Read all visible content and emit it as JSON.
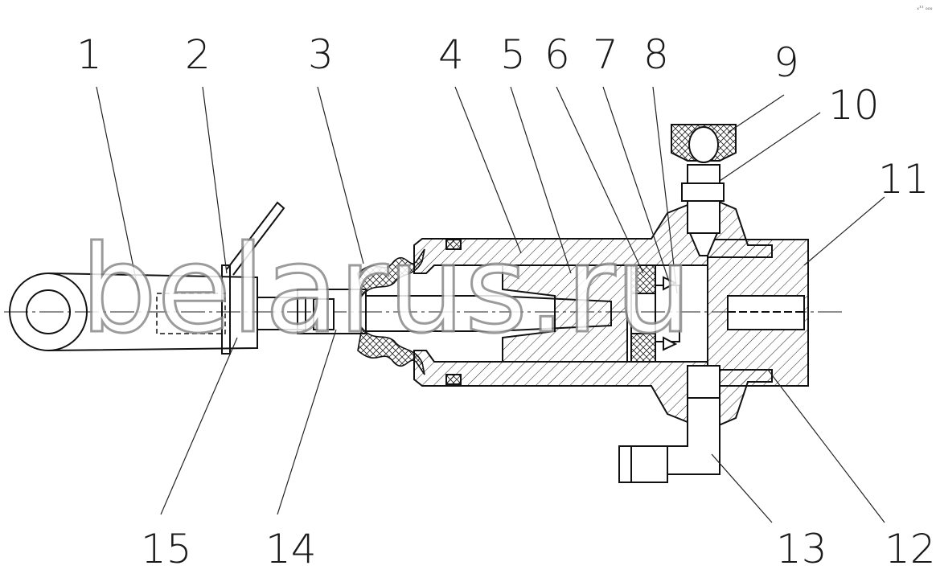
{
  "diagram": {
    "callouts": [
      "1",
      "2",
      "3",
      "4",
      "5",
      "6",
      "7",
      "8",
      "9",
      "10",
      "11",
      "12",
      "13",
      "14",
      "15"
    ],
    "watermark": "belarus.ru",
    "corner_mark": "ₓ¹¹ ₒₒₒ"
  }
}
